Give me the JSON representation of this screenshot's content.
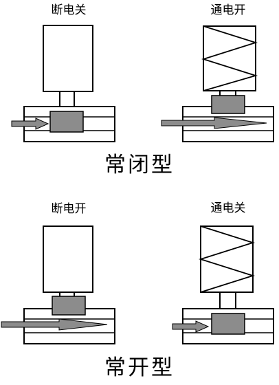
{
  "diagram": {
    "sections": [
      {
        "title": "常闭型",
        "panels": [
          {
            "label": "断电关",
            "energized": false,
            "open": false
          },
          {
            "label": "通电开",
            "energized": true,
            "open": true
          }
        ]
      },
      {
        "title": "常开型",
        "panels": [
          {
            "label": "断电开",
            "energized": false,
            "open": true
          },
          {
            "label": "通电关",
            "energized": true,
            "open": false
          }
        ]
      }
    ],
    "colors": {
      "outline": "#000000",
      "valve_block": "#8c8c8c",
      "flow_arrow": "#8c8c8c",
      "background": "#ffffff"
    }
  }
}
